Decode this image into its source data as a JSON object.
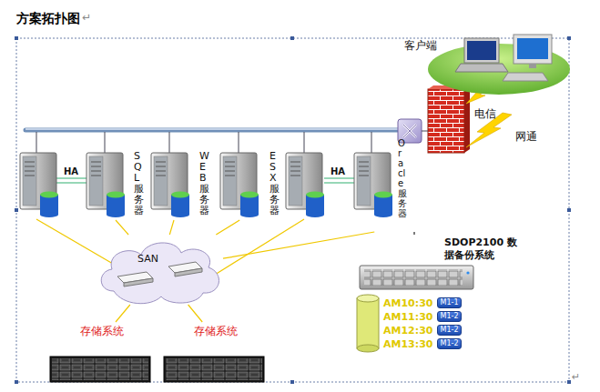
{
  "diagram": {
    "title": "方案拓扑图",
    "nodes": [
      {
        "text": [
          "客户端"
        ]
      },
      {
        "text": [
          "SQL服务器"
        ]
      },
      {
        "text": [
          "WEB服务器"
        ]
      },
      {
        "text": [
          "ESX服务器"
        ]
      },
      {
        "text": [
          "Oracle服务器"
        ]
      },
      {
        "text": [
          "SAN"
        ]
      },
      {
        "text": [
          "SDOP2100 数据备份系统"
        ]
      },
      {
        "text": [
          "M1-1"
        ]
      },
      {
        "text": [
          "M1-2"
        ]
      },
      {
        "text": [
          "M1-2"
        ]
      },
      {
        "text": [
          "M1-2"
        ]
      },
      {
        "text": [
          "存储系统"
        ]
      },
      {
        "text": [
          "存储系统"
        ]
      }
    ],
    "edges": [
      {
        "from": 1,
        "to": 5,
        "arrow": "none"
      },
      {
        "from": 2,
        "to": 5,
        "arrow": "none"
      },
      {
        "from": 3,
        "to": 5,
        "arrow": "none"
      },
      {
        "from": 4,
        "to": 5,
        "arrow": "none"
      },
      {
        "from": 5,
        "to": 11,
        "arrow": "none"
      },
      {
        "from": 5,
        "to": 12,
        "arrow": "none"
      },
      {
        "from": 4,
        "to": 6,
        "arrow": "none"
      }
    ],
    "labels": [
      "↵",
      "HA",
      "HA",
      "电信",
      "网通",
      "AM10:30",
      "AM11:30",
      "AM12:30",
      "AM13:30",
      "↵"
    ]
  }
}
